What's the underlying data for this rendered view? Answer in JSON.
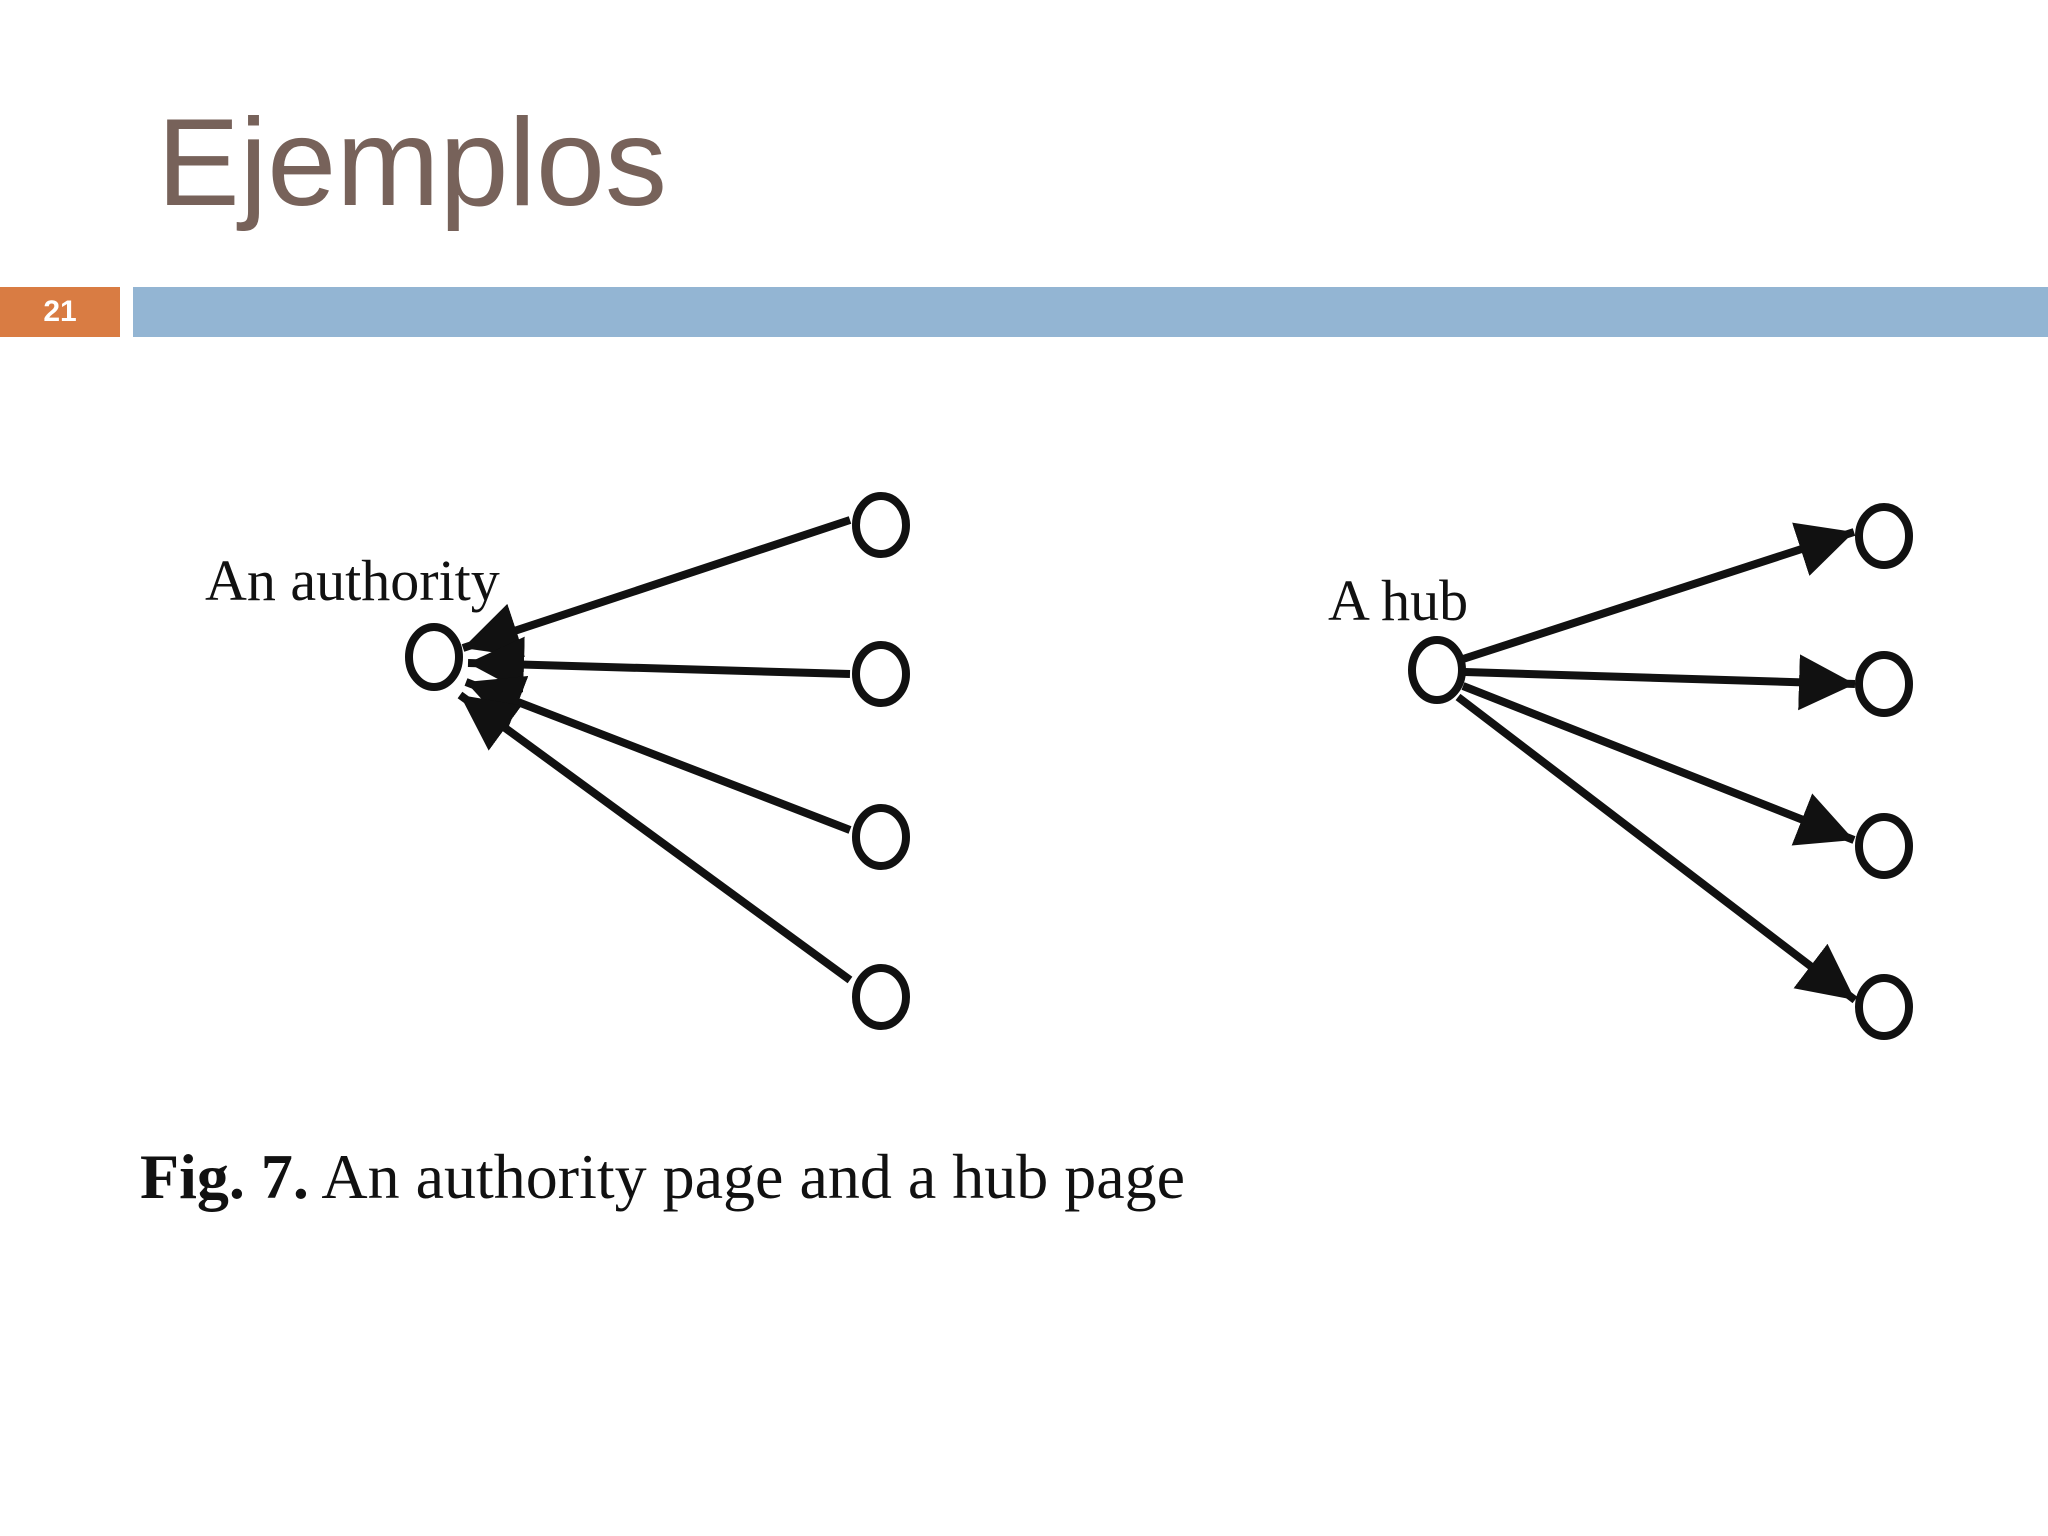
{
  "slide": {
    "title": "Ejemplos",
    "number": "21"
  },
  "figure": {
    "left_label": "An authority",
    "right_label": "A hub",
    "caption_prefix": "Fig. 7.",
    "caption_text": " An authority page and a hub page"
  },
  "colors": {
    "title": "#77625a",
    "number_badge": "#d97c43",
    "header_bar": "#93b5d3",
    "ink": "#111111"
  }
}
